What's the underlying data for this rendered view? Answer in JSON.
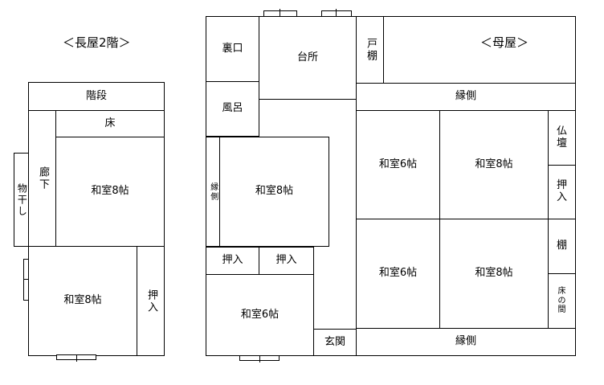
{
  "annex": {
    "title": "＜長屋2階＞",
    "stairs": "階段",
    "floor": "床",
    "corridor": "廊下",
    "drying": "物干し",
    "room_upper": "和室8帖",
    "room_lower": "和室8帖",
    "closet": "押入"
  },
  "main": {
    "title": "＜母屋＞",
    "back_door": "裏口",
    "kitchen": "台所",
    "cupboard": "戸棚",
    "bath": "風呂",
    "veranda_side": "縁側",
    "room_center": "和室8帖",
    "closet_left": "押入",
    "closet_right": "押入",
    "room_bottom_left": "和室6帖",
    "entrance": "玄関",
    "veranda_top": "縁側",
    "veranda_bottom": "縁側",
    "room_nw": "和室6帖",
    "room_ne": "和室8帖",
    "room_sw": "和室6帖",
    "room_se": "和室8帖",
    "altar": "仏壇",
    "closet_east": "押入",
    "shelf": "棚",
    "alcove": "床の間"
  }
}
